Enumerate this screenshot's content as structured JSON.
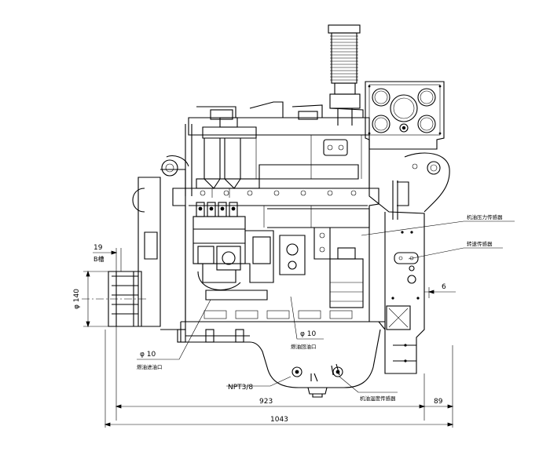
{
  "callouts": {
    "oil_pressure_sensor": "机油压力传感器",
    "speed_sensor": "转速传感器",
    "fuel_inlet": "燃油进油口",
    "fuel_return": "燃油回油口",
    "oil_temp_sensor": "机油温度传感器"
  },
  "dimensions": {
    "dim_19": "19",
    "b_groove": "B槽",
    "dia_140": "φ 140",
    "dim_6": "6",
    "dia_10_left": "φ 10",
    "dia_10_right": "φ 10",
    "npt": "NPT3/8",
    "dim_923": "923",
    "dim_89": "89",
    "dim_1043": "1043"
  }
}
